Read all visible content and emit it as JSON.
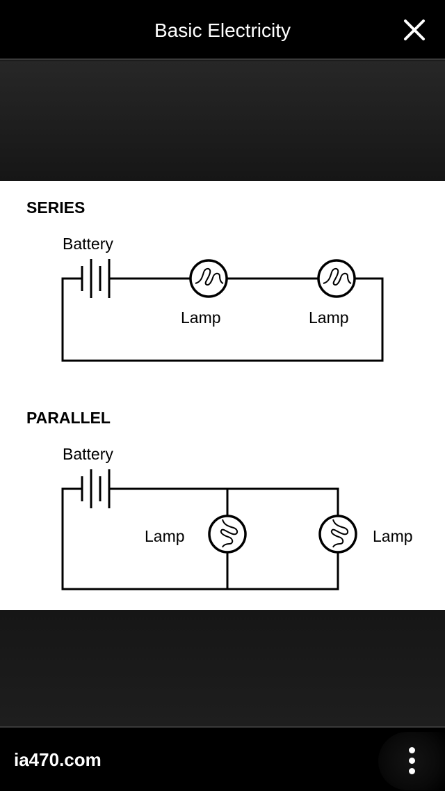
{
  "header": {
    "title": "Basic Electricity",
    "close_icon": "close-icon"
  },
  "image": {
    "series": {
      "heading": "SERIES",
      "battery_label": "Battery",
      "lamp1_label": "Lamp",
      "lamp2_label": "Lamp"
    },
    "parallel": {
      "heading": "PARALLEL",
      "battery_label": "Battery",
      "lamp1_label": "Lamp",
      "lamp2_label": "Lamp"
    }
  },
  "footer": {
    "source": "ia470.com",
    "more_icon": "more-vertical-icon"
  },
  "colors": {
    "bar_background": "#000000",
    "image_background": "#ffffff",
    "text_primary": "#ffffff"
  }
}
